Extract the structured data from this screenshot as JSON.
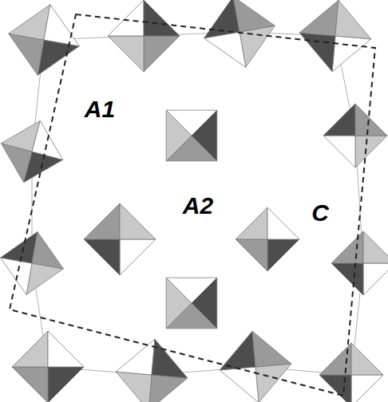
{
  "diagram": {
    "labels": [
      "A1",
      "A2",
      "C"
    ]
  }
}
